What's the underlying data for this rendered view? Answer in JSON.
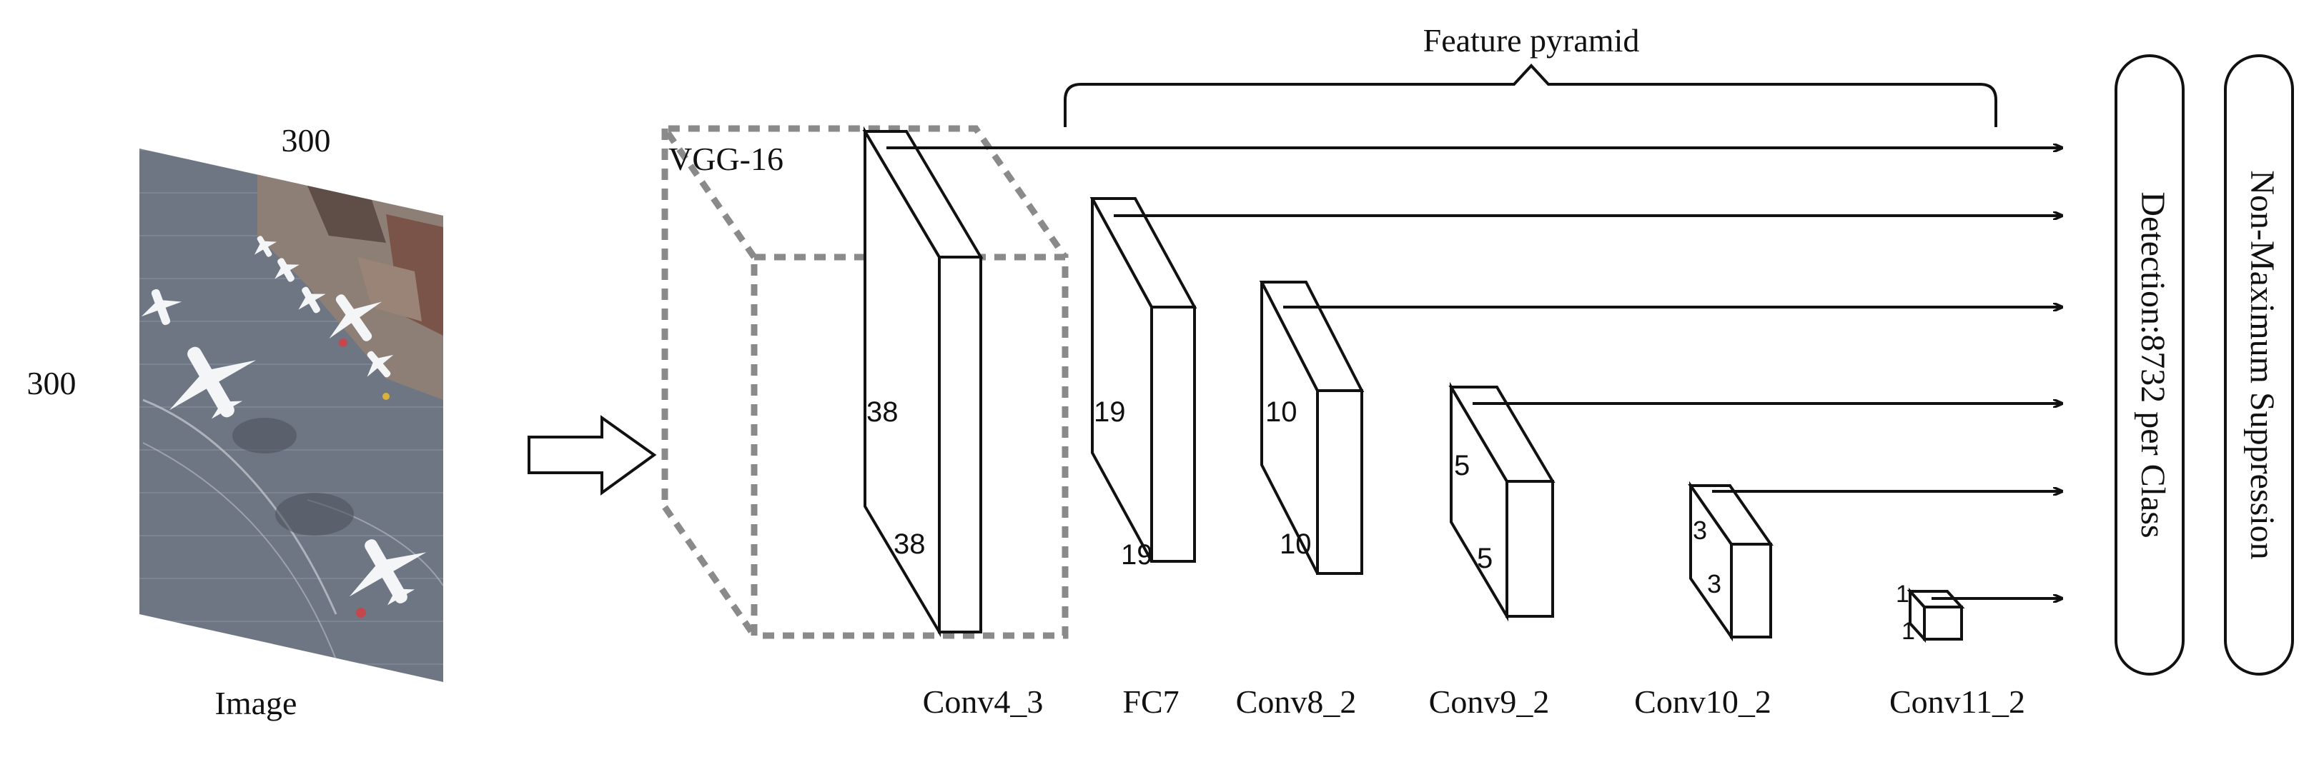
{
  "title": "Feature pyramid",
  "image": {
    "caption": "Image",
    "width_label": "300",
    "height_label": "300"
  },
  "backbone": {
    "label": "VGG-16"
  },
  "layers": [
    {
      "name": "Conv4_3",
      "h_label": "38",
      "w_label": "38"
    },
    {
      "name": "FC7",
      "h_label": "19",
      "w_label": "19"
    },
    {
      "name": "Conv8_2",
      "h_label": "10",
      "w_label": "10"
    },
    {
      "name": "Conv9_2",
      "h_label": "5",
      "w_label": "5"
    },
    {
      "name": "Conv10_2",
      "h_label": "3",
      "w_label": "3"
    },
    {
      "name": "Conv11_2",
      "h_label": "1",
      "w_label": "1"
    }
  ],
  "detection": {
    "label": "Detection:8732 per Class"
  },
  "nms": {
    "label": "Non-Maximum Suppression"
  },
  "colors": {
    "line": "#111111",
    "dashed_box": "#8a8a8a",
    "background": "#ffffff"
  }
}
